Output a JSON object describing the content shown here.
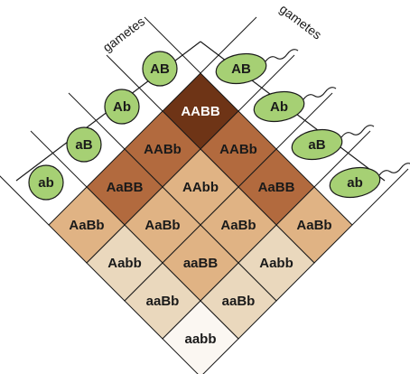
{
  "headers": {
    "left": "gametes",
    "right": "gametes"
  },
  "left_gametes": [
    "AB",
    "Ab",
    "aB",
    "ab"
  ],
  "right_gametes": [
    "AB",
    "Ab",
    "aB",
    "ab"
  ],
  "grid": [
    [
      "AABB",
      "AABb",
      "AaBB",
      "AaBb"
    ],
    [
      "AABb",
      "AAbb",
      "AaBb",
      "Aabb"
    ],
    [
      "AaBB",
      "AaBb",
      "aaBB",
      "aaBb"
    ],
    [
      "AaBb",
      "Aabb",
      "aaBb",
      "aabb"
    ]
  ],
  "colors": {
    "cell_dark": "#6e3416",
    "cell_medium_dark": "#b26a3e",
    "cell_medium": "#e0b384",
    "cell_light": "#ead8bd",
    "cell_lightest": "#fbf7f2",
    "gamete_fill": "#a6d074",
    "gamete_stroke": "#1a1a1a",
    "line": "#1a1a1a",
    "text_dark": "#1a1a1a",
    "text_light": "#ffffff"
  }
}
